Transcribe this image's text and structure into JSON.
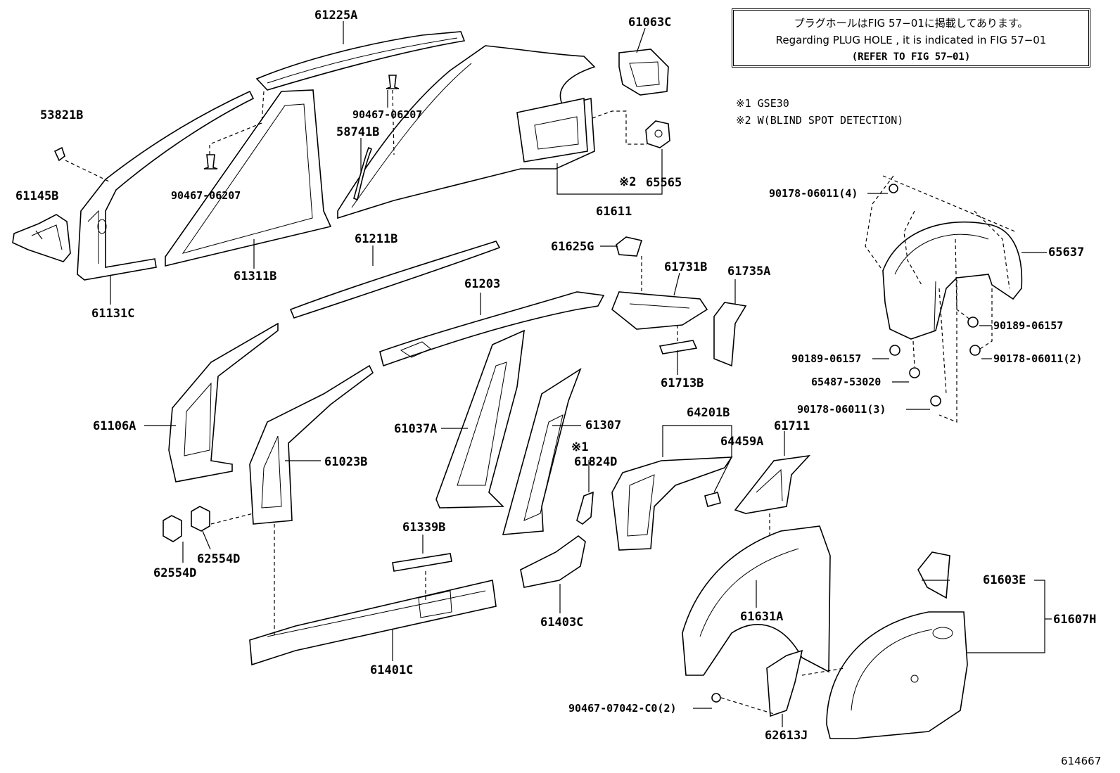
{
  "notice": {
    "line_jp": "プラグホールはFIG 57−01に掲載してあります。",
    "line_en": "Regarding PLUG HOLE , it is indicated in FIG 57−01",
    "line_ref": "(REFER TO FIG 57−01)"
  },
  "footnotes": {
    "note1": "※1 GSE30",
    "note2": "※2 W(BLIND SPOT DETECTION)"
  },
  "markers": {
    "m1": "※1",
    "m2": "※2"
  },
  "labels": {
    "p61225A": "61225A",
    "p61063C": "61063C",
    "p53821B": "53821B",
    "p61145B": "61145B",
    "p90467_06207_a": "90467-06207",
    "p90467_06207_b": "90467-06207",
    "p58741B": "58741B",
    "p65565": "65565",
    "p61611": "61611",
    "p61311B": "61311B",
    "p61131C": "61131C",
    "p61211B": "61211B",
    "p61625G": "61625G",
    "p61731B": "61731B",
    "p61735A": "61735A",
    "p61203": "61203",
    "p61713B": "61713B",
    "p61106A": "61106A",
    "p61023B": "61023B",
    "p61037A": "61037A",
    "p61307": "61307",
    "p64201B": "64201B",
    "p64459A": "64459A",
    "p61711": "61711",
    "p61824D": "61824D",
    "p61339B": "61339B",
    "p62554D_a": "62554D",
    "p62554D_b": "62554D",
    "p61403C": "61403C",
    "p61401C": "61401C",
    "p61631A": "61631A",
    "p61603E": "61603E",
    "p61607H": "61607H",
    "p62613J": "62613J",
    "p90467_07042": "90467-07042-C0(2)",
    "p90178_06011_4": "90178-06011(4)",
    "p65637": "65637",
    "p90189_06157_a": "90189-06157",
    "p90189_06157_b": "90189-06157",
    "p90178_06011_2": "90178-06011(2)",
    "p65487_53020": "65487-53020",
    "p90178_06011_3": "90178-06011(3)"
  },
  "figure_number": "614667"
}
